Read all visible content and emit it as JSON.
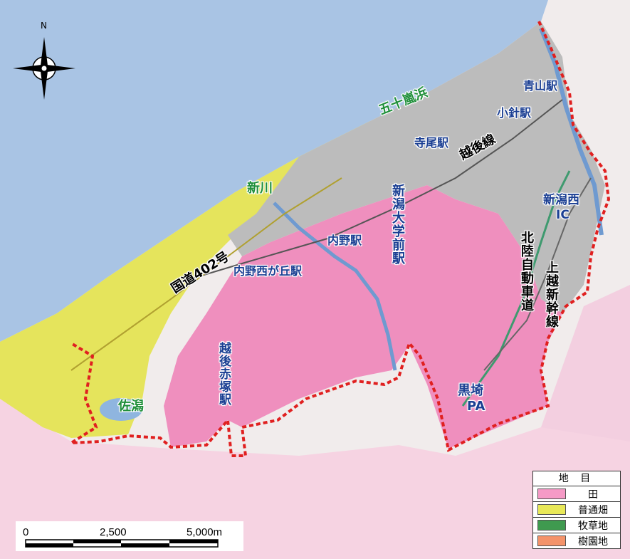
{
  "legend": {
    "title": "地 目",
    "items": [
      {
        "label": "田",
        "color": "#f59ac6"
      },
      {
        "label": "普通畑",
        "color": "#e8e858"
      },
      {
        "label": "牧草地",
        "color": "#3f9a4f"
      },
      {
        "label": "樹園地",
        "color": "#f4936a"
      }
    ]
  },
  "scale": {
    "ticks": [
      "0",
      "2,500",
      "5,000m"
    ]
  },
  "north": "N",
  "labels": {
    "igarashihama": "五十嵐浜",
    "aoyama": "青山駅",
    "kobari": "小針駅",
    "terao": "寺尾駅",
    "echigo_line": "越後線",
    "shinkawa": "新川",
    "niigata_daigakumae": "新潟大学前駅",
    "uchino": "内野駅",
    "uchino_nishigaoka": "内野西が丘駅",
    "route402": "国道402号",
    "niigata_nishi_ic_1": "新潟西",
    "niigata_nishi_ic_2": "IC",
    "hokuriku_expressway": "北陸自動車道",
    "joetsu_shinkansen": "上越新幹線",
    "echigo_akatsuka": "越後赤塚駅",
    "sakata": "佐潟",
    "kurosaki_1": "黒埼",
    "kurosaki_2": "PA"
  }
}
